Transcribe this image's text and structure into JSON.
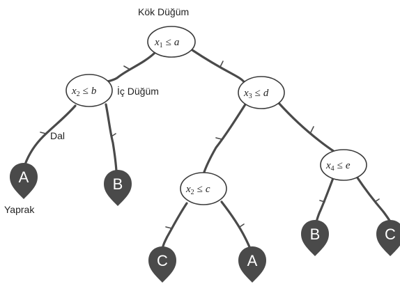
{
  "labels": {
    "root": "Kök Düğüm",
    "internal": "İç Düğüm",
    "branch": "Dal",
    "leaf": "Yaprak"
  },
  "nodes": {
    "n1": {
      "var": "x",
      "sub": "1",
      "op": "≤",
      "val": "a"
    },
    "n2": {
      "var": "x",
      "sub": "2",
      "op": "≤",
      "val": "b"
    },
    "n3": {
      "var": "x",
      "sub": "3",
      "op": "≤",
      "val": "d"
    },
    "n4": {
      "var": "x",
      "sub": "2",
      "op": "≤",
      "val": "c"
    },
    "n5": {
      "var": "x",
      "sub": "4",
      "op": "≤",
      "val": "e"
    }
  },
  "leaves": {
    "l1": "A",
    "l2": "B",
    "l3": "C",
    "l4": "A",
    "l5": "B",
    "l6": "C"
  }
}
